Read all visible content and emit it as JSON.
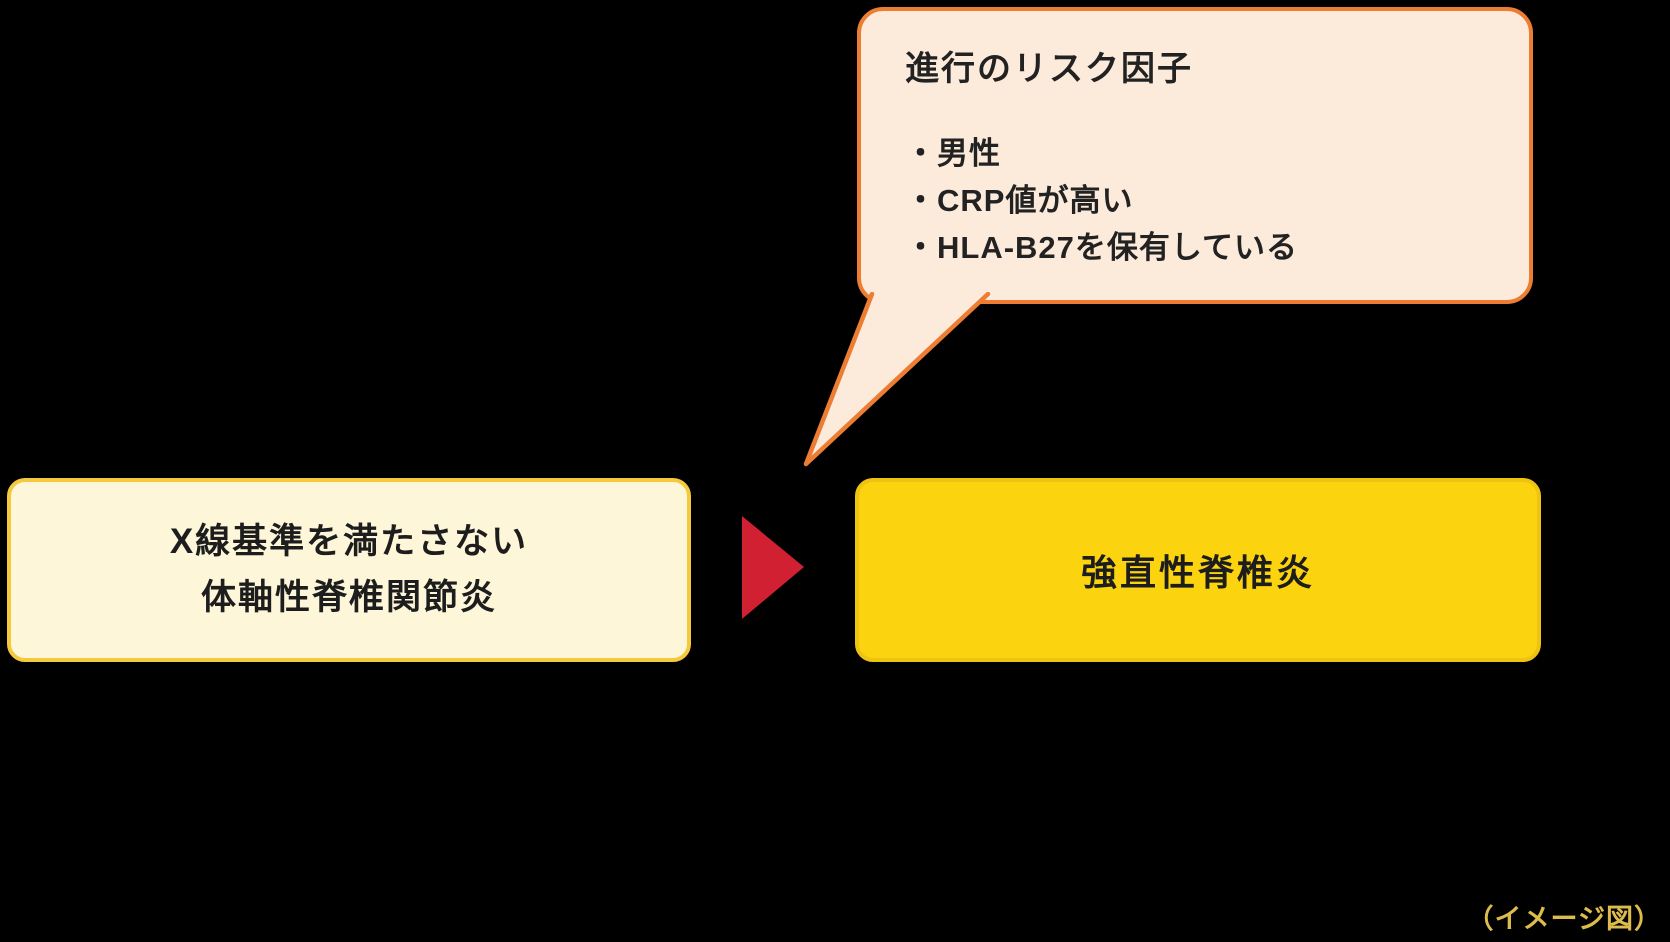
{
  "canvas": {
    "bg": "#000000"
  },
  "bubble": {
    "title": "進行のリスク因子",
    "items": [
      "・男性",
      "・CRP値が高い",
      "・HLA-B27を保有している"
    ],
    "fill": "#fceadb",
    "border_color": "#ed7d33"
  },
  "left_box": {
    "line1": "X線基準を満たさない",
    "line2": "体軸性脊椎関節炎",
    "fill": "#fdf6d8",
    "border_color": "#f4c93e"
  },
  "arrow": {
    "color": "#d02031"
  },
  "right_box": {
    "label": "強直性脊椎炎",
    "fill": "#fbd30e",
    "border_color": "#eec311"
  },
  "caption": {
    "text": "（イメージ図）",
    "color": "#debc4c"
  }
}
